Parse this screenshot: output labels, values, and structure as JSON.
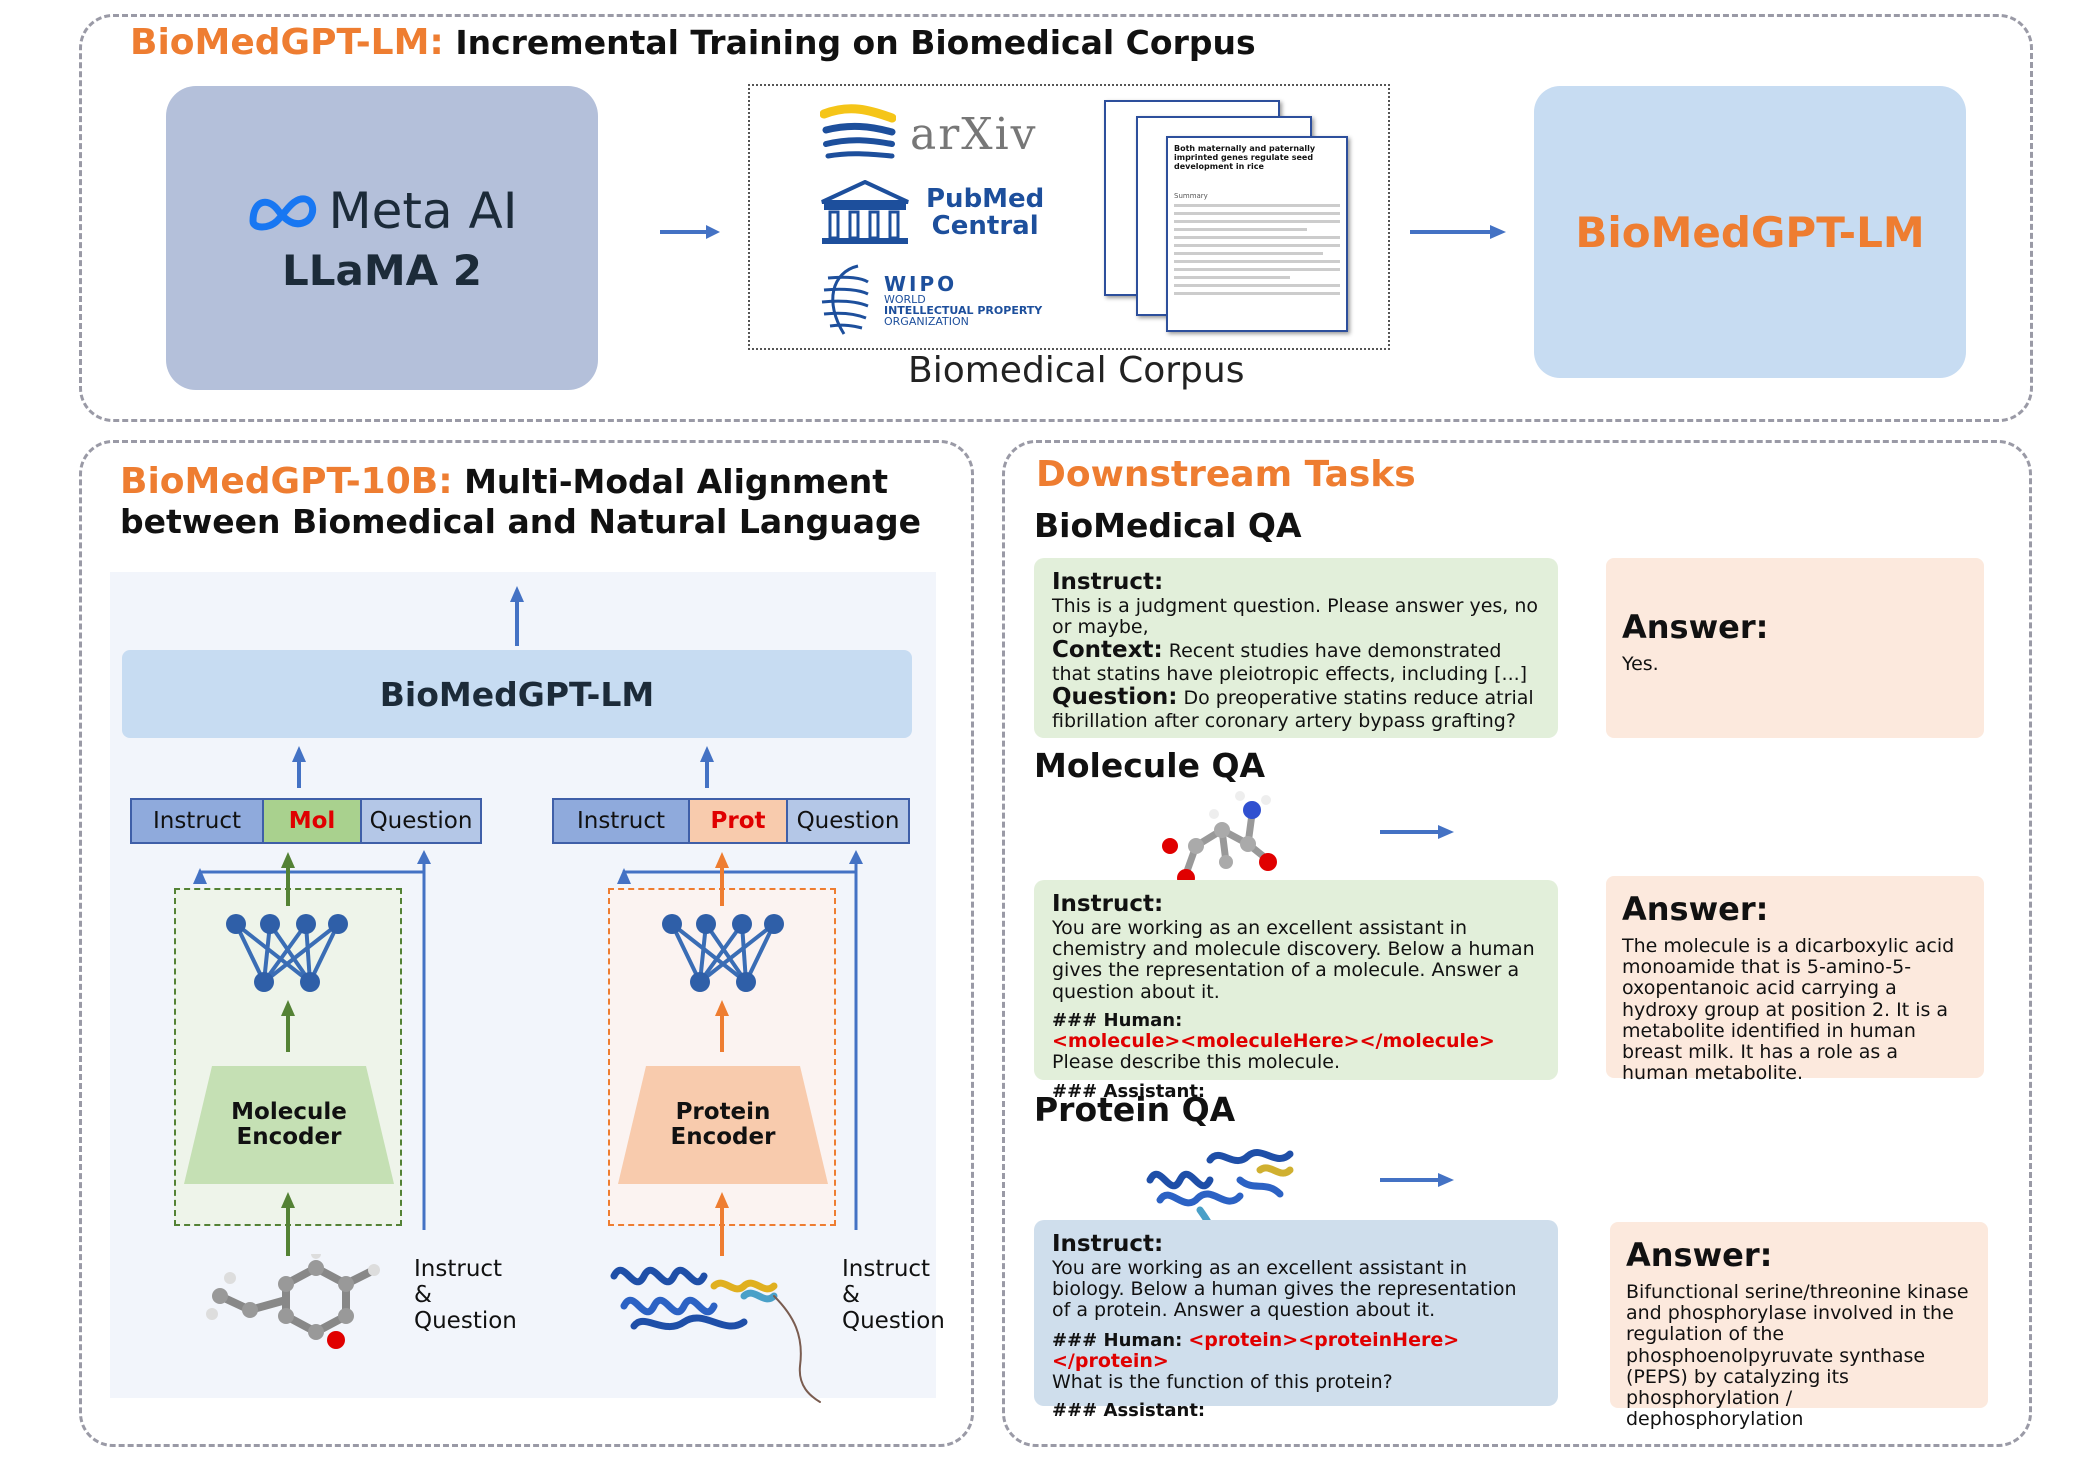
{
  "top": {
    "title_name": "BioMedGPT-LM:",
    "title_rest": " Incremental Training on Biomedical Corpus",
    "meta_brand": "Meta AI",
    "llama": "LLaMA 2",
    "arxiv": "arXiv",
    "pubmed_line1": "PubMed",
    "pubmed_line2": "Central",
    "wipo": "WIPO",
    "wipo_sub1": "WORLD",
    "wipo_sub2": "INTELLECTUAL PROPERTY",
    "wipo_sub3": "ORGANIZATION",
    "corpus_label": "Biomedical Corpus",
    "doc_title": "Both maternally and paternally imprinted genes regulate seed development in rice",
    "doc_summary": "Summary",
    "output": "BioMedGPT-LM"
  },
  "left": {
    "title_name": "BioMedGPT-10B:",
    "title_rest": " Multi-Modal Alignment",
    "title_line2": "between Biomedical and Natural Language",
    "lm": "BioMedGPT-LM",
    "mol_row": [
      "Instruct",
      "Mol",
      "Question"
    ],
    "prot_row": [
      "Instruct",
      "Prot",
      "Question"
    ],
    "mol_encoder": [
      "Molecule",
      "Encoder"
    ],
    "prot_encoder": [
      "Protein",
      "Encoder"
    ],
    "iq_mol": [
      "Instruct",
      "&",
      "Question"
    ],
    "iq_prot": [
      "Instruct",
      "&",
      "Question"
    ]
  },
  "right": {
    "title": "Downstream Tasks",
    "biomed_qa": {
      "head": "BioMedical QA",
      "instruct_lbl": "Instruct:",
      "instruct": "This is a judgment question. Please answer yes, no or maybe,",
      "context_lbl": "Context:",
      "context": " Recent studies have demonstrated that statins have pleiotropic effects, including [...]",
      "question_lbl": "Question:",
      "question": " Do preoperative statins reduce atrial fibrillation after coronary artery bypass grafting?",
      "answer_lbl": "Answer:",
      "answer": "Yes."
    },
    "mol_qa": {
      "head": "Molecule QA",
      "instruct_lbl": "Instruct:",
      "instruct": "You are working as an excellent assistant in chemistry and molecule discovery. Below a human gives the representation of a molecule. Answer a question about it.",
      "human_lbl": "### Human:",
      "tag": "<molecule><moleculeHere></molecule>",
      "human_rest": " Please describe this molecule.",
      "assistant_lbl": "### Assistant:",
      "answer_lbl": "Answer:",
      "answer": "The molecule is a dicarboxylic acid monoamide that is 5-amino-5-oxopentanoic acid carrying a hydroxy group at position 2. It is a metabolite identified in human breast milk. It has a role as a human metabolite."
    },
    "prot_qa": {
      "head": "Protein QA",
      "instruct_lbl": "Instruct:",
      "instruct": "You are working as an excellent assistant in biology. Below a human gives the representation of a protein. Answer a question about it.",
      "human_lbl": "### Human:",
      "tag": "<protein><proteinHere> </protein>",
      "human_rest": "What is the function of this protein?",
      "assistant_lbl": "### Assistant:",
      "answer_lbl": "Answer:",
      "answer": "Bifunctional serine/threonine kinase and phosphorylase involved in the regulation of the phosphoenolpyruvate synthase (PEPS) by catalyzing its phosphorylation / dephosphorylation"
    }
  },
  "colors": {
    "accent_orange": "#ee7d31",
    "arrow_blue": "#4472c4",
    "green_arrow": "#548235",
    "llama_box": "#b4c0da",
    "lm_box": "#c7dcf2",
    "qa_green": "#e2efda",
    "qa_blue": "#cfdeec",
    "answer_peach": "#fce9dd"
  }
}
